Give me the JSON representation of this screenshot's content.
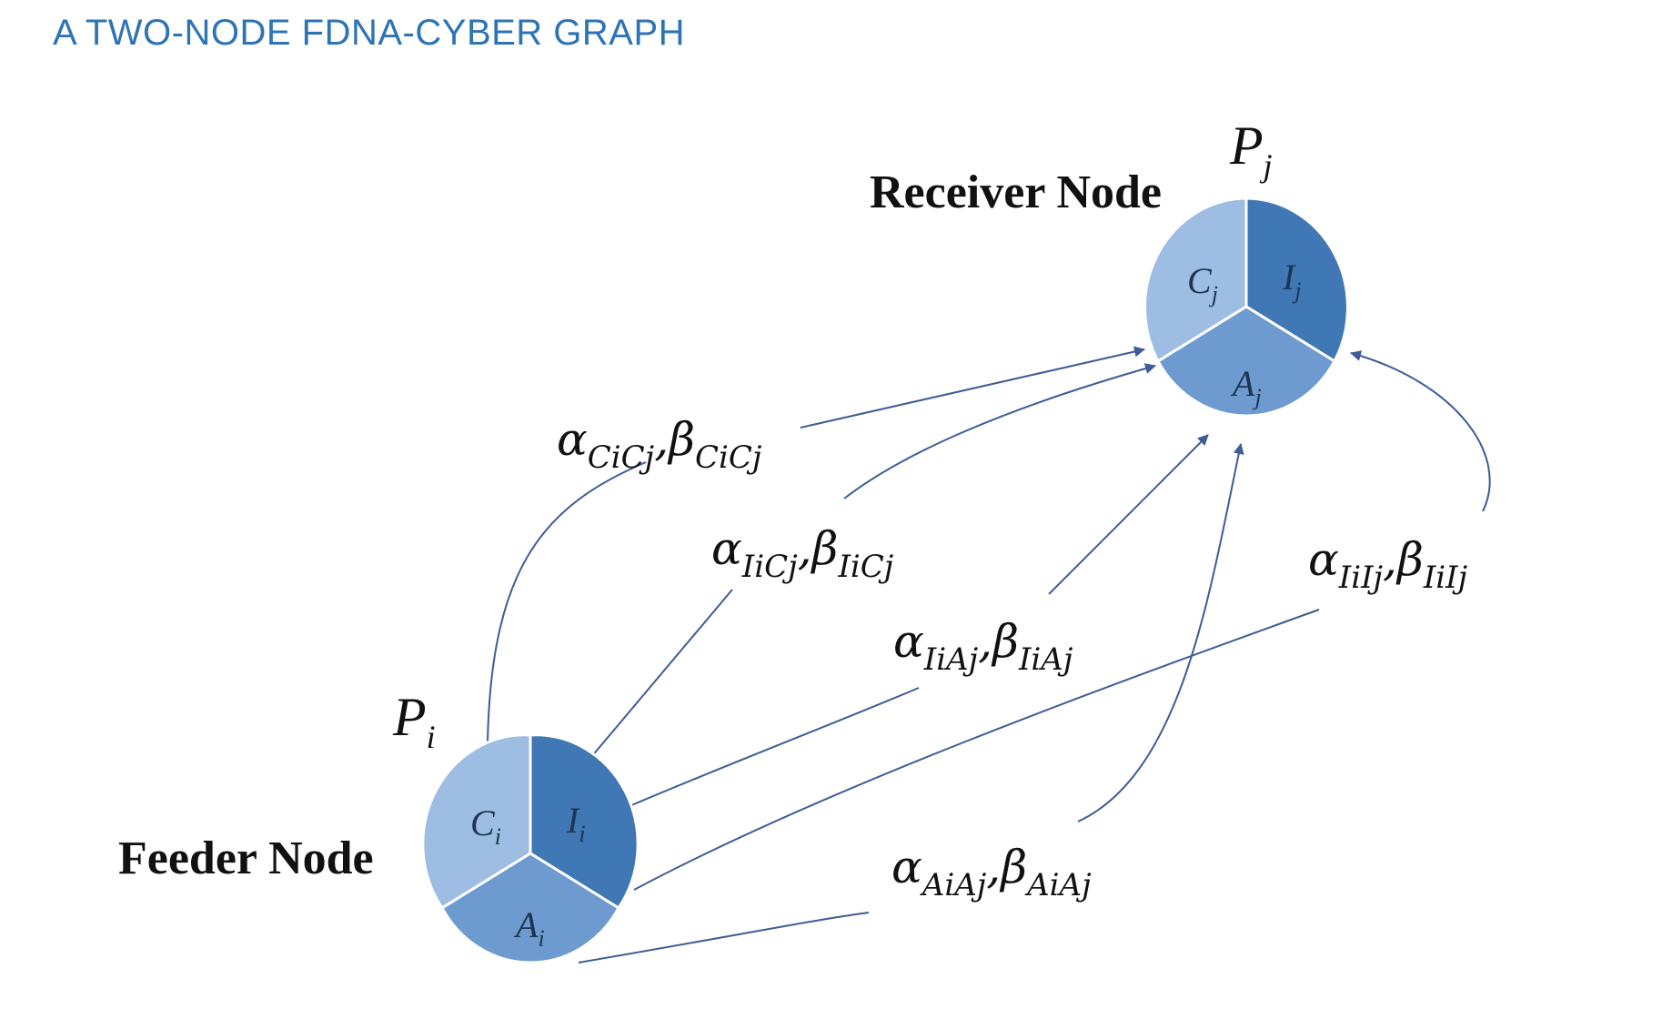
{
  "title": "A TWO-NODE FDNA-CYBER GRAPH",
  "colors": {
    "title": "#2e74b5",
    "confidentiality": "#9dbde2",
    "integrity": "#3f78b5",
    "availability": "#6d9bd0",
    "edge": "#3e5c96"
  },
  "receiver": {
    "label": "Receiver Node",
    "p_main": "P",
    "p_sub": "j",
    "segments": {
      "c_main": "C",
      "c_sub": "j",
      "i_main": "I",
      "i_sub": "j",
      "a_main": "A",
      "a_sub": "j"
    }
  },
  "feeder": {
    "label": "Feeder Node",
    "p_main": "P",
    "p_sub": "i",
    "segments": {
      "c_main": "C",
      "c_sub": "i",
      "i_main": "I",
      "i_sub": "i",
      "a_main": "A",
      "a_sub": "i"
    }
  },
  "edges": [
    {
      "alpha": "α",
      "alpha_sub": "CiCj",
      "sep": ",",
      "beta": "β",
      "beta_sub": "CiCj"
    },
    {
      "alpha": "α",
      "alpha_sub": "IiCj",
      "sep": ",",
      "beta": "β",
      "beta_sub": "IiCj"
    },
    {
      "alpha": "α",
      "alpha_sub": "IiAj",
      "sep": ",",
      "beta": "β",
      "beta_sub": "IiAj"
    },
    {
      "alpha": "α",
      "alpha_sub": "IiIj",
      "sep": ",",
      "beta": "β",
      "beta_sub": "IiIj"
    },
    {
      "alpha": "α",
      "alpha_sub": "AiAj",
      "sep": ",",
      "beta": "β",
      "beta_sub": "AiAj"
    }
  ]
}
